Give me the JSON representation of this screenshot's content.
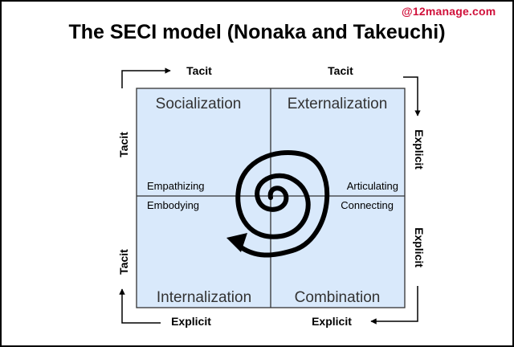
{
  "watermark": "@12manage.com",
  "title": "The SECI model (Nonaka and Takeuchi)",
  "quadrants": {
    "socialization": "Socialization",
    "externalization": "Externalization",
    "internalization": "Internalization",
    "combination": "Combination"
  },
  "inner_labels": {
    "empathizing": "Empathizing",
    "articulating": "Articulating",
    "embodying": "Embodying",
    "connecting": "Connecting"
  },
  "side_labels": {
    "top_left": "Tacit",
    "top_right": "Tacit",
    "bottom_left": "Explicit",
    "bottom_right": "Explicit",
    "left_upper": "Tacit",
    "left_lower": "Tacit",
    "right_upper": "Explicit",
    "right_lower": "Explicit"
  },
  "colors": {
    "quadrant_fill": "#d9e9fb",
    "quadrant_border": "#333333",
    "watermark": "#d0103a"
  }
}
